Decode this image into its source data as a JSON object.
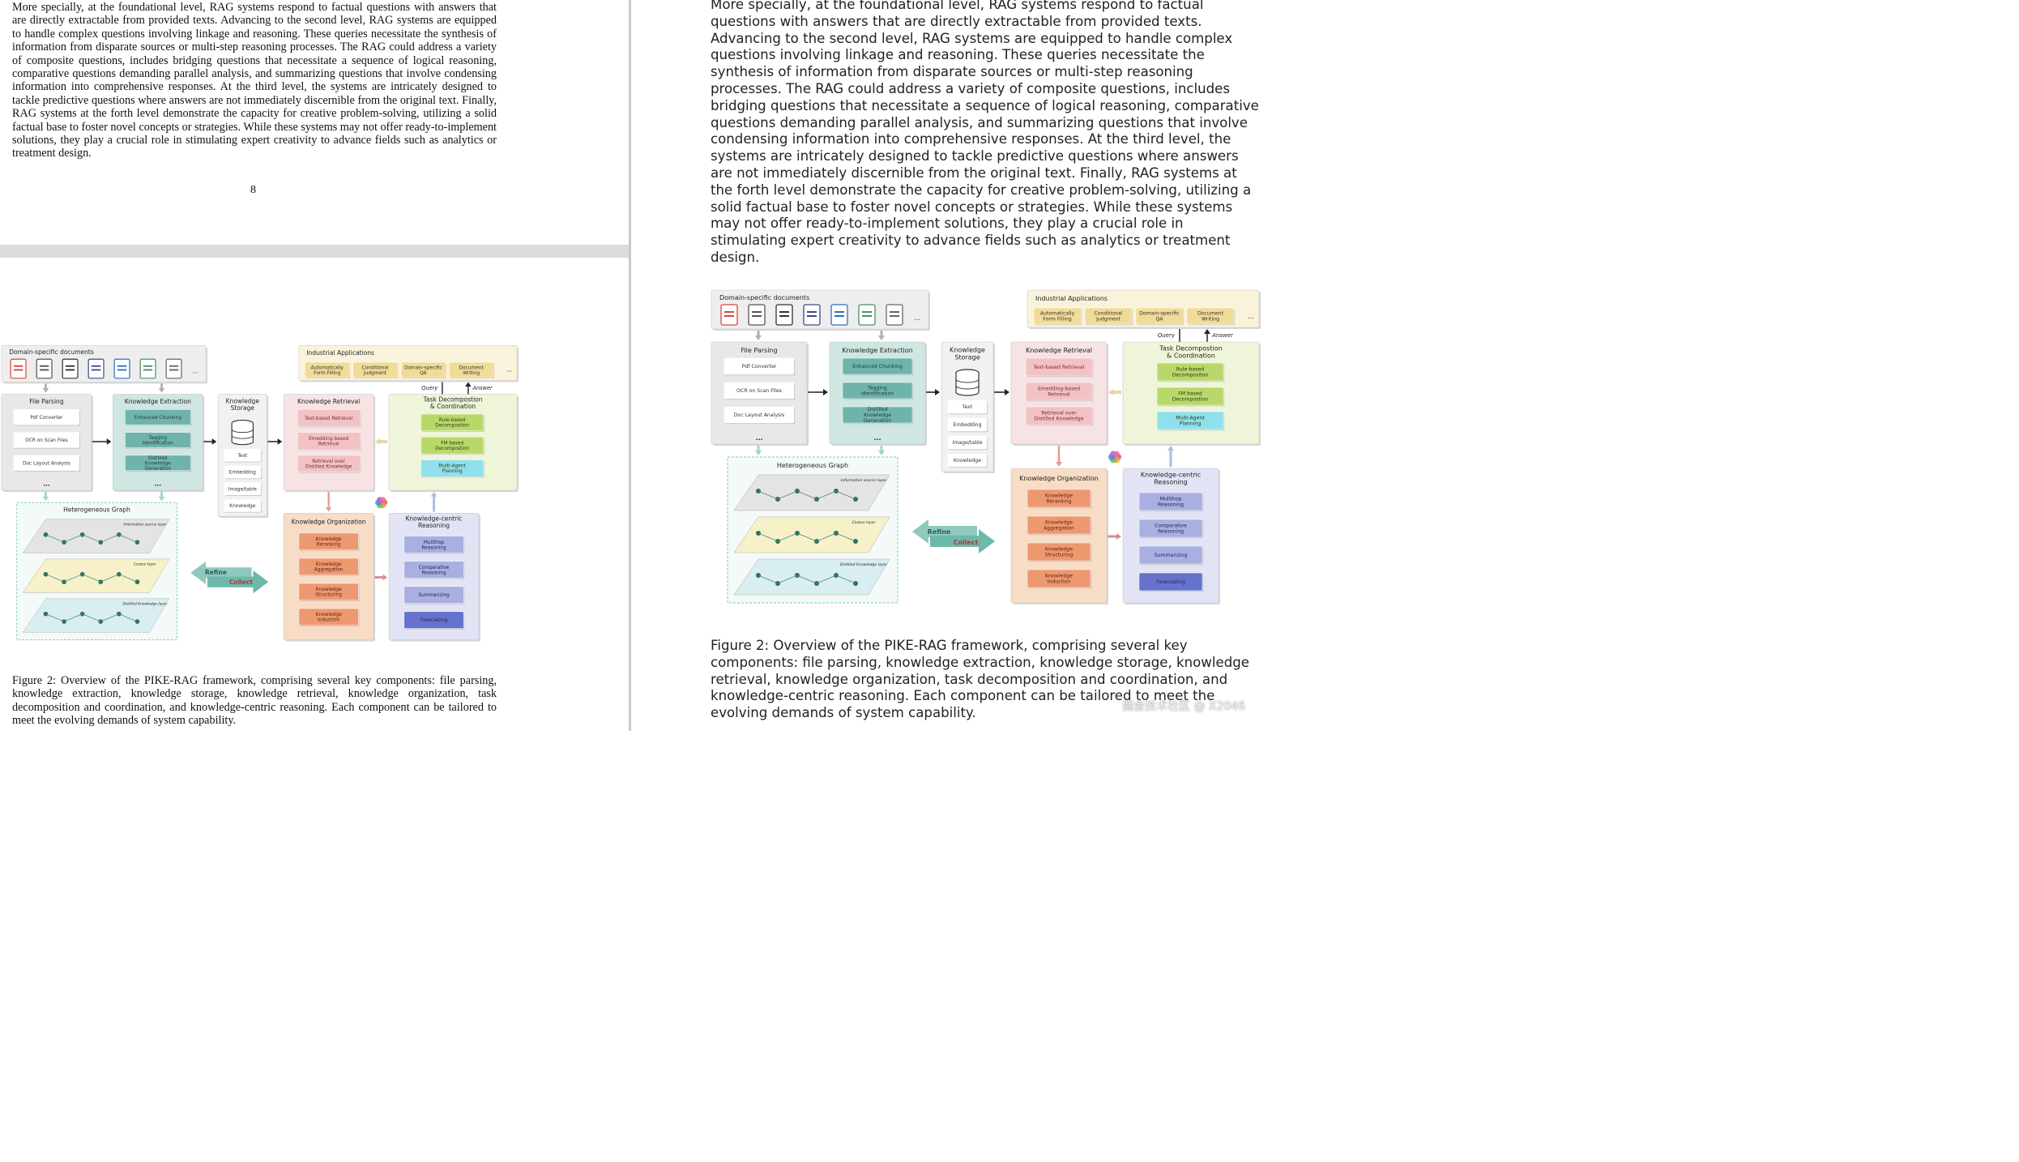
{
  "paragraph": "More specially, at the foundational level, RAG systems respond to factual questions with answers that are directly extractable from provided texts. Advancing to the second level, RAG systems are equipped to handle complex questions involving linkage and reasoning. These queries necessitate the synthesis of information from disparate sources or multi-step reasoning processes. The RAG could address a variety of composite questions, includes bridging questions that necessitate a sequence of logical reasoning, comparative questions demanding parallel analysis, and summarizing questions that involve condensing information into comprehensive responses. At the third level, the systems are intricately designed to tackle predictive questions where answers are not immediately discernible from the original text. Finally, RAG systems at the forth level demonstrate the capacity for creative problem-solving, utilizing a solid factual base to foster novel concepts or strategies. While these systems may not offer ready-to-implement solutions, they play a crucial role in stimulating expert creativity to advance fields such as analytics or treatment design.",
  "page_number": "8",
  "caption": "Figure 2: Overview of the PIKE-RAG framework, comprising several key components: file parsing, knowledge extraction, knowledge storage, knowledge retrieval, knowledge organization, task decomposition and coordination, and knowledge-centric reasoning. Each component can be tailored to meet the evolving demands of system capability.",
  "watermark": "掘金技术社区 @ X2046",
  "figure": {
    "docs": {
      "title": "Domain-specific documents",
      "more": "...",
      "icons": [
        "pdf-icon",
        "text-doc-icon",
        "spreadsheet-icon",
        "chart-doc-icon",
        "web-page-icon",
        "image-icon",
        "settings-doc-icon"
      ]
    },
    "apps": {
      "title": "Industrial Applications",
      "items": [
        "Automatically Form Filling",
        "Conditional Judgment",
        "Domain-specific QA",
        "Document Writing"
      ],
      "more": "..."
    },
    "query": "Query",
    "answer": "Answer",
    "parsing": {
      "title": "File Parsing",
      "items": [
        "Pdf Converter",
        "OCR on Scan Files",
        "Doc Layout Analysis"
      ],
      "more": "..."
    },
    "extraction": {
      "title": "Knowledge Extraction",
      "items": [
        "Enhanced Chunking",
        "Tagging Identification",
        "Distilled Knowledge Generation"
      ],
      "more": "..."
    },
    "storage": {
      "title": "Knowledge Storage",
      "items": [
        "Text",
        "Embedding",
        "Image/table",
        "Knowledge"
      ]
    },
    "retrieval": {
      "title": "Knowledge Retrieval",
      "items": [
        "Text-based Retrieval",
        "Emedding-based Retrieval",
        "Retrieval over Distilled Knowledge"
      ]
    },
    "task": {
      "title": "Task Decompostion & Coordination",
      "items": [
        "Rule-based Decompositon",
        "FM based Decompostion",
        "Multi-Agent Planning"
      ]
    },
    "graph": {
      "title": "Heterogeneous Graph",
      "layers": [
        "Information source layer",
        "Corpus layer",
        "Distilled Knowledge layer"
      ]
    },
    "refine": "Refine",
    "collect": "Collect",
    "organization": {
      "title": "Knowledge Organization",
      "items": [
        "Knowledge Reranking",
        "Knowledge Aggregation",
        "Knowledge Structuring",
        "Knowledge Induction"
      ]
    },
    "reasoning": {
      "title": "Knowledge-centric Reasoning",
      "items": [
        "Multihop Reasoning",
        "Comparative Reasoning",
        "Summarizing",
        "Forecasting"
      ]
    }
  },
  "colors": {
    "parsing_bg": "#e8e8e8",
    "extraction_bg": "#cfe6e2",
    "extraction_item": "#6fb4ac",
    "retrieval_bg": "#f8e3e4",
    "retrieval_item": "#f2c2c4",
    "task_bg": "#eef5d9",
    "task_item": "#b9d86a",
    "task_item_cyan": "#8fe0ec",
    "apps_bg": "#faf3dc",
    "apps_item": "#f1dc97",
    "organization_bg": "#f7dcc6",
    "organization_item": "#ee9870",
    "reasoning_bg": "#e2e4f5",
    "reasoning_item": "#a9afe0",
    "reasoning_item_dark": "#6673cc",
    "graph_bg": "#f4faf8",
    "graph_border": "#7ec9b8",
    "arrow_teal": "#8fc9be",
    "arrow_pink": "#d78c9a"
  }
}
